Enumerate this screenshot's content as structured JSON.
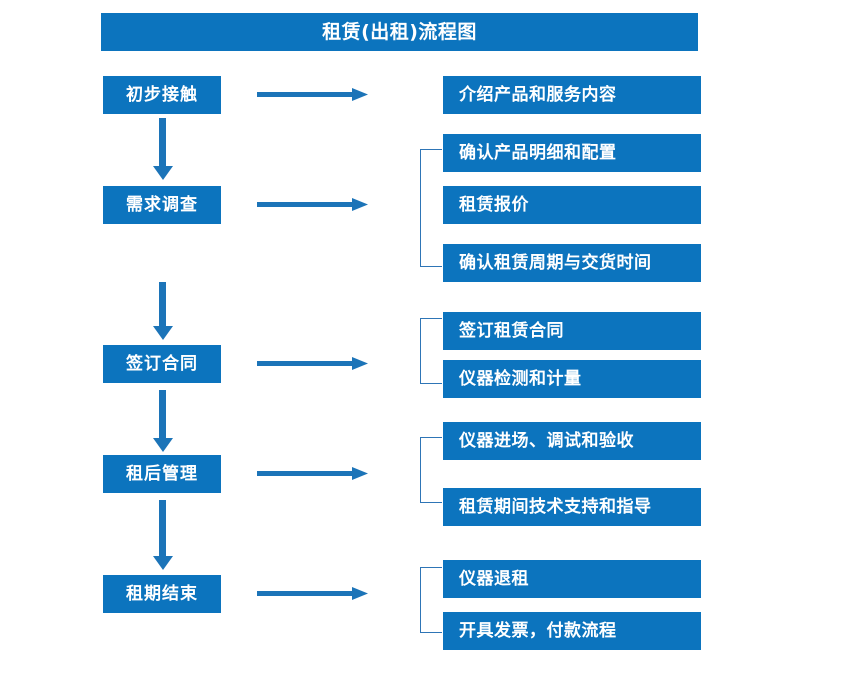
{
  "diagram": {
    "title": "租赁(出租)流程图",
    "colors": {
      "primary_blue": "#0C74BE",
      "bracket_blue": "#2E75B6",
      "arrow_blue": "#1C74B8",
      "text_white": "#FFFFFF",
      "background": "#FFFFFF"
    },
    "stages": [
      {
        "id": "stage-1",
        "label": "初步接触"
      },
      {
        "id": "stage-2",
        "label": "需求调查"
      },
      {
        "id": "stage-3",
        "label": "签订合同"
      },
      {
        "id": "stage-4",
        "label": "租后管理"
      },
      {
        "id": "stage-5",
        "label": "租期结束"
      }
    ],
    "detail_groups": [
      {
        "id": "group-1",
        "stage": "初步接触",
        "bracketed": false,
        "items": [
          {
            "id": "detail-1-1",
            "label": "介绍产品和服务内容"
          }
        ]
      },
      {
        "id": "group-2",
        "stage": "需求调查",
        "bracketed": true,
        "items": [
          {
            "id": "detail-2-1",
            "label": "确认产品明细和配置"
          },
          {
            "id": "detail-2-2",
            "label": "租赁报价"
          },
          {
            "id": "detail-2-3",
            "label": "确认租赁周期与交货时间"
          }
        ]
      },
      {
        "id": "group-3",
        "stage": "签订合同",
        "bracketed": true,
        "items": [
          {
            "id": "detail-3-1",
            "label": "签订租赁合同"
          },
          {
            "id": "detail-3-2",
            "label": "仪器检测和计量"
          }
        ]
      },
      {
        "id": "group-4",
        "stage": "租后管理",
        "bracketed": true,
        "items": [
          {
            "id": "detail-4-1",
            "label": "仪器进场、调试和验收"
          },
          {
            "id": "detail-4-2",
            "label": "租赁期间技术支持和指导"
          }
        ]
      },
      {
        "id": "group-5",
        "stage": "租期结束",
        "bracketed": true,
        "items": [
          {
            "id": "detail-5-1",
            "label": "仪器退租"
          },
          {
            "id": "detail-5-2",
            "label": "开具发票，付款流程"
          }
        ]
      }
    ],
    "connectors": {
      "horizontal_arrows": 5,
      "vertical_arrows": 4,
      "brackets": 4
    }
  }
}
